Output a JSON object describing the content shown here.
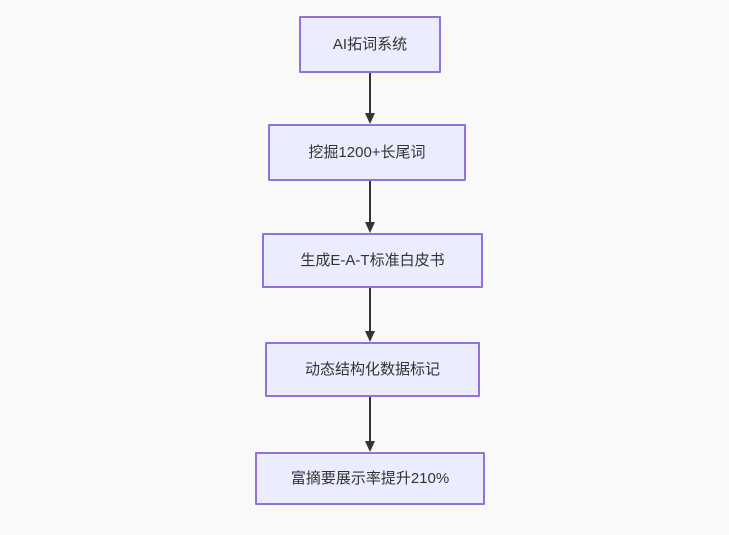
{
  "diagram": {
    "type": "flowchart",
    "direction": "top-down",
    "colors": {
      "background": "#f9f9f9",
      "node_fill": "#ECECFF",
      "node_border": "#9370DB",
      "edge_color": "#333333",
      "text_color": "#333333"
    },
    "nodes": [
      {
        "id": "A",
        "label": "AI拓词系统"
      },
      {
        "id": "B",
        "label": "挖掘1200+长尾词"
      },
      {
        "id": "C",
        "label": "生成E-A-T标准白皮书"
      },
      {
        "id": "D",
        "label": "动态结构化数据标记"
      },
      {
        "id": "E",
        "label": "富摘要展示率提升210%"
      }
    ],
    "edges": [
      {
        "from": "A",
        "to": "B"
      },
      {
        "from": "B",
        "to": "C"
      },
      {
        "from": "C",
        "to": "D"
      },
      {
        "from": "D",
        "to": "E"
      }
    ]
  }
}
